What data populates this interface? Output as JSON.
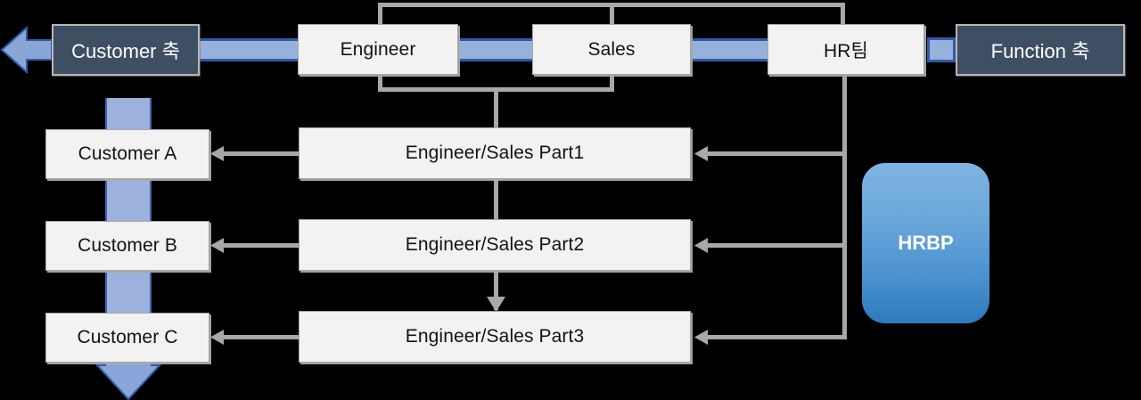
{
  "diagram": {
    "title": "Customer axis / Function axis matrix organization chart",
    "background_color": "#000000",
    "axis_labels": {
      "customer": "Customer 축",
      "function": "Function 축"
    },
    "top_row": [
      {
        "id": "engineer",
        "label": "Engineer"
      },
      {
        "id": "sales",
        "label": "Sales"
      },
      {
        "id": "hr",
        "label": "HR팀"
      }
    ],
    "parts": [
      {
        "id": "part1",
        "label": "Engineer/Sales Part1"
      },
      {
        "id": "part2",
        "label": "Engineer/Sales Part2"
      },
      {
        "id": "part3",
        "label": "Engineer/Sales Part3"
      }
    ],
    "customers": [
      {
        "id": "cust-a",
        "label": "Customer A"
      },
      {
        "id": "cust-b",
        "label": "Customer B"
      },
      {
        "id": "cust-c",
        "label": "Customer C"
      }
    ],
    "hrbp": {
      "id": "hrbp",
      "label": "HRBP"
    },
    "colors": {
      "axis_box_fill": "#3f4f63",
      "axis_box_border": "#b6b6b6",
      "org_box_fill": "#f2f2f2",
      "org_box_border": "#a6a6a6",
      "connector_gray": "#a8a8a8",
      "blue_bar_fill": "#98b0dc",
      "blue_bar_border": "#2f5ca9",
      "hrbp_gradient_top": "#80b4e2",
      "hrbp_gradient_bottom": "#2e7abd",
      "arrow_blue_fill": "#8aa6d8",
      "arrow_blue_border": "#2f5ca9",
      "text_dark": "#131313",
      "text_light": "#ffffff"
    }
  }
}
